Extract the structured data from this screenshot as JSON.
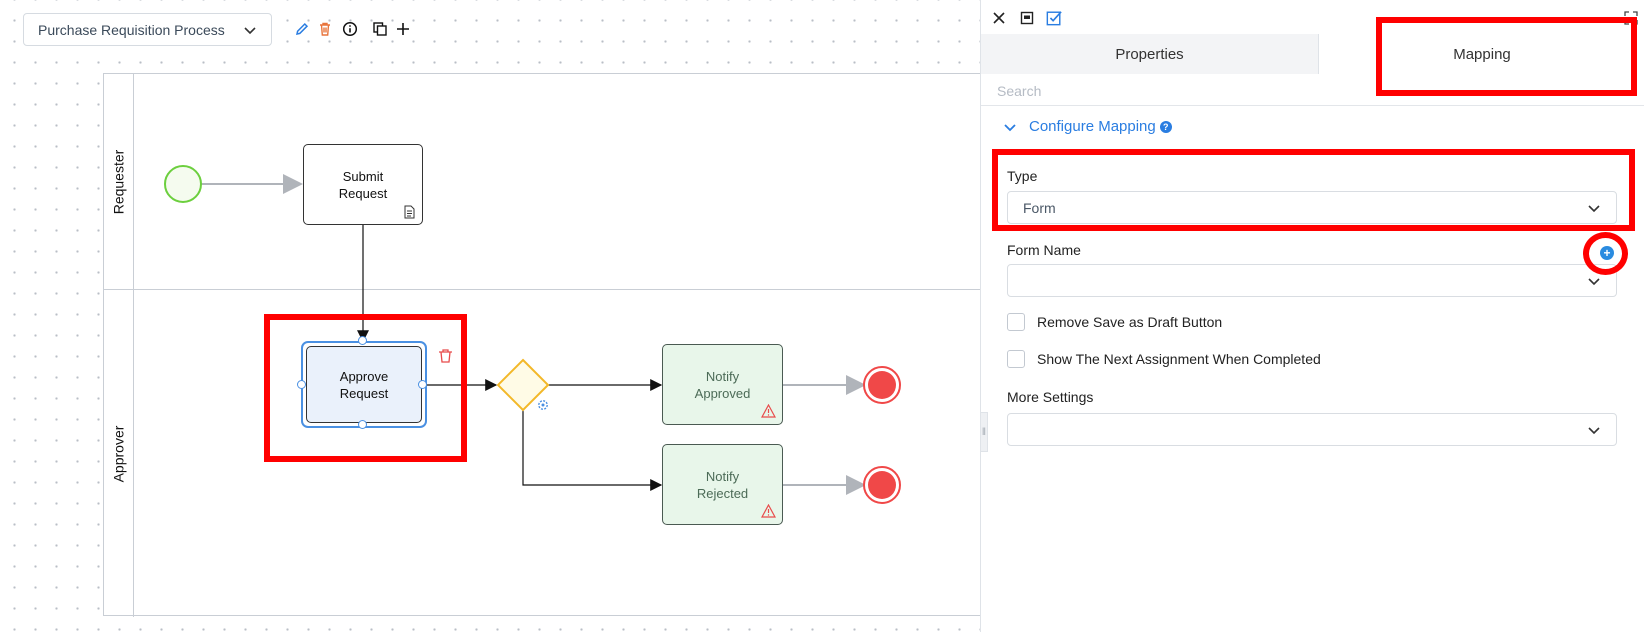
{
  "toolbar": {
    "process_name": "Purchase Requisition Process",
    "icons": [
      "pencil-icon",
      "trash-icon",
      "info-icon",
      "copy-icon",
      "plus-icon"
    ]
  },
  "diagram": {
    "lanes": [
      "Requester",
      "Approver"
    ],
    "tasks": {
      "submit": "Submit\nRequest",
      "approve": "Approve\nRequest",
      "notify_approved": "Notify\nApproved",
      "notify_rejected": "Notify\nRejected"
    }
  },
  "panel": {
    "tabs": {
      "properties": "Properties",
      "mapping": "Mapping"
    },
    "active_tab": "mapping",
    "search": {
      "placeholder": "Search",
      "value": ""
    },
    "section": {
      "title": "Configure Mapping"
    },
    "type": {
      "label": "Type",
      "value": "Form"
    },
    "form_name": {
      "label": "Form Name",
      "value": ""
    },
    "remove_draft": {
      "label": "Remove Save as Draft Button",
      "checked": false
    },
    "show_next": {
      "label": "Show The Next Assignment When Completed",
      "checked": false
    },
    "more_settings": {
      "label": "More Settings",
      "value": ""
    }
  },
  "colors": {
    "accent": "#2a7de1",
    "highlight": "#ff0000",
    "start_event": "#6ccf3e",
    "end_event": "#f04848",
    "gateway": "#f3b829",
    "notify_fill": "#e8f6ea"
  }
}
